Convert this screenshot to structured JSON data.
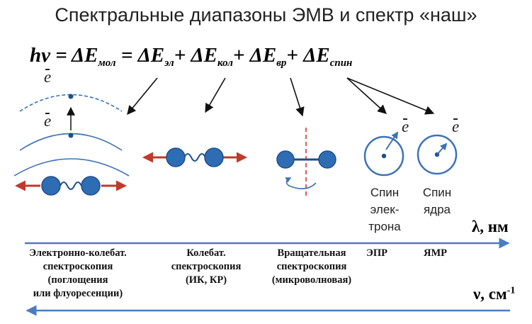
{
  "title": "Спектральные диапазоны ЭМВ и спектр «наш»",
  "equation": {
    "lhs": "hν",
    "eq1": " = ",
    "t1_main": "ΔE",
    "t1_sub": "мол",
    "eq2": " = ",
    "t2_main": "ΔE",
    "t2_sub": "эл",
    "plus1": "+ ",
    "t3_main": "ΔE",
    "t3_sub": "кол",
    "plus2": "+ ",
    "t4_main": "ΔE",
    "t4_sub": "вр",
    "plus3": "+ ",
    "t5_main": "ΔE",
    "t5_sub": "спин"
  },
  "electron_symbol": "e",
  "labels": {
    "spin_electron": [
      "Спин",
      "элек-",
      "трона"
    ],
    "spin_nucleus": [
      "Спин",
      "ядра"
    ]
  },
  "axes": {
    "lambda_label": "λ, нм",
    "nu_label": "ν, см",
    "nu_sup": "-1"
  },
  "methods": {
    "electronic": [
      "Электронно-колебат.",
      "спектроскопия",
      "(поглощения",
      "или флуоресенции)"
    ],
    "vibrational": [
      "Колебат.",
      "спектроскопия",
      "(ИК, КР)"
    ],
    "rotational": [
      "Вращательная",
      "спектроскопия",
      "(микроволновая)"
    ],
    "epr": "ЭПР",
    "nmr": "ЯМР"
  },
  "colors": {
    "atom_blue": "#2E6DB4",
    "atom_stroke": "#1F4E8C",
    "orbit_blue": "#3D72B8",
    "red_arrow": "#C0392B",
    "axis_blue": "#4A7CC0",
    "dashed_red": "#D9342B"
  }
}
